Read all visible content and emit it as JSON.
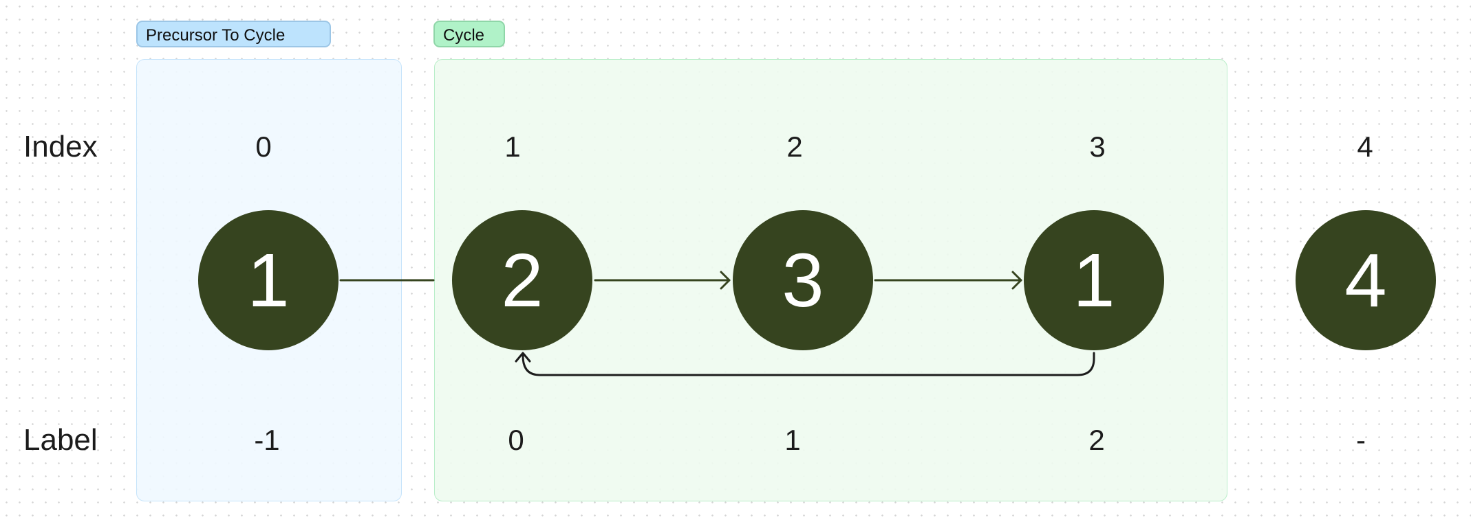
{
  "regions": {
    "precursor_label": "Precursor To Cycle",
    "cycle_label": "Cycle"
  },
  "rows": {
    "index_label": "Index",
    "label_label": "Label"
  },
  "columns": [
    {
      "index": "0",
      "value": "1",
      "label": "-1"
    },
    {
      "index": "1",
      "value": "2",
      "label": "0"
    },
    {
      "index": "2",
      "value": "3",
      "label": "1"
    },
    {
      "index": "3",
      "value": "1",
      "label": "2"
    },
    {
      "index": "4",
      "value": "4",
      "label": "-"
    }
  ],
  "colors": {
    "node": "#36441f",
    "precursor": "#bde3fd",
    "cycle": "#b0f2c8"
  }
}
